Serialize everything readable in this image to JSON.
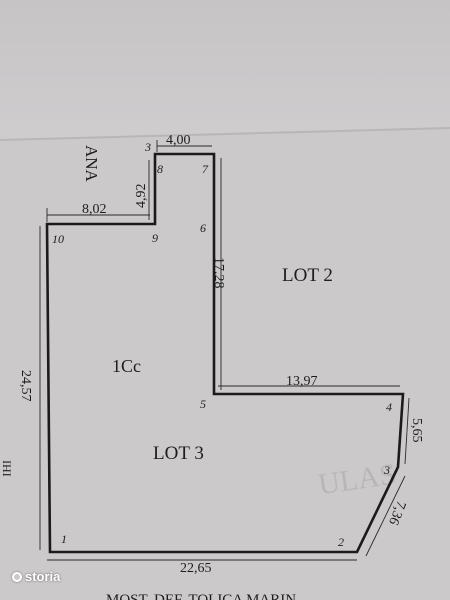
{
  "plan": {
    "lots": {
      "lot2": "LOT 2",
      "lot3": "LOT 3",
      "cadastral": "1Cc"
    },
    "vertices": {
      "v1": "1",
      "v2": "2",
      "v3_right": "3",
      "v4": "4",
      "v5": "5",
      "v6": "6",
      "v7": "7",
      "v8": "8",
      "v9": "9",
      "v10": "10",
      "v3_top": "3"
    },
    "dimensions": {
      "top": "4,00",
      "vertical_8_9": "4,92",
      "horizontal_10_9": "8,02",
      "vertical_7_5": "17,28",
      "horizontal_5_4": "13,97",
      "segment_4_3": "5,65",
      "segment_3_2": "7,36",
      "bottom": "22,65",
      "left": "24,57"
    },
    "side_text": "ANA",
    "bottom_caption": "MOST. DEF. TOLICA MARIN",
    "partial_stamp": "ULAS",
    "left_edge_text": "IHI"
  },
  "watermark": {
    "brand": "storia"
  },
  "colors": {
    "line": "#1b1b1d",
    "paper": "#cac7c8"
  }
}
